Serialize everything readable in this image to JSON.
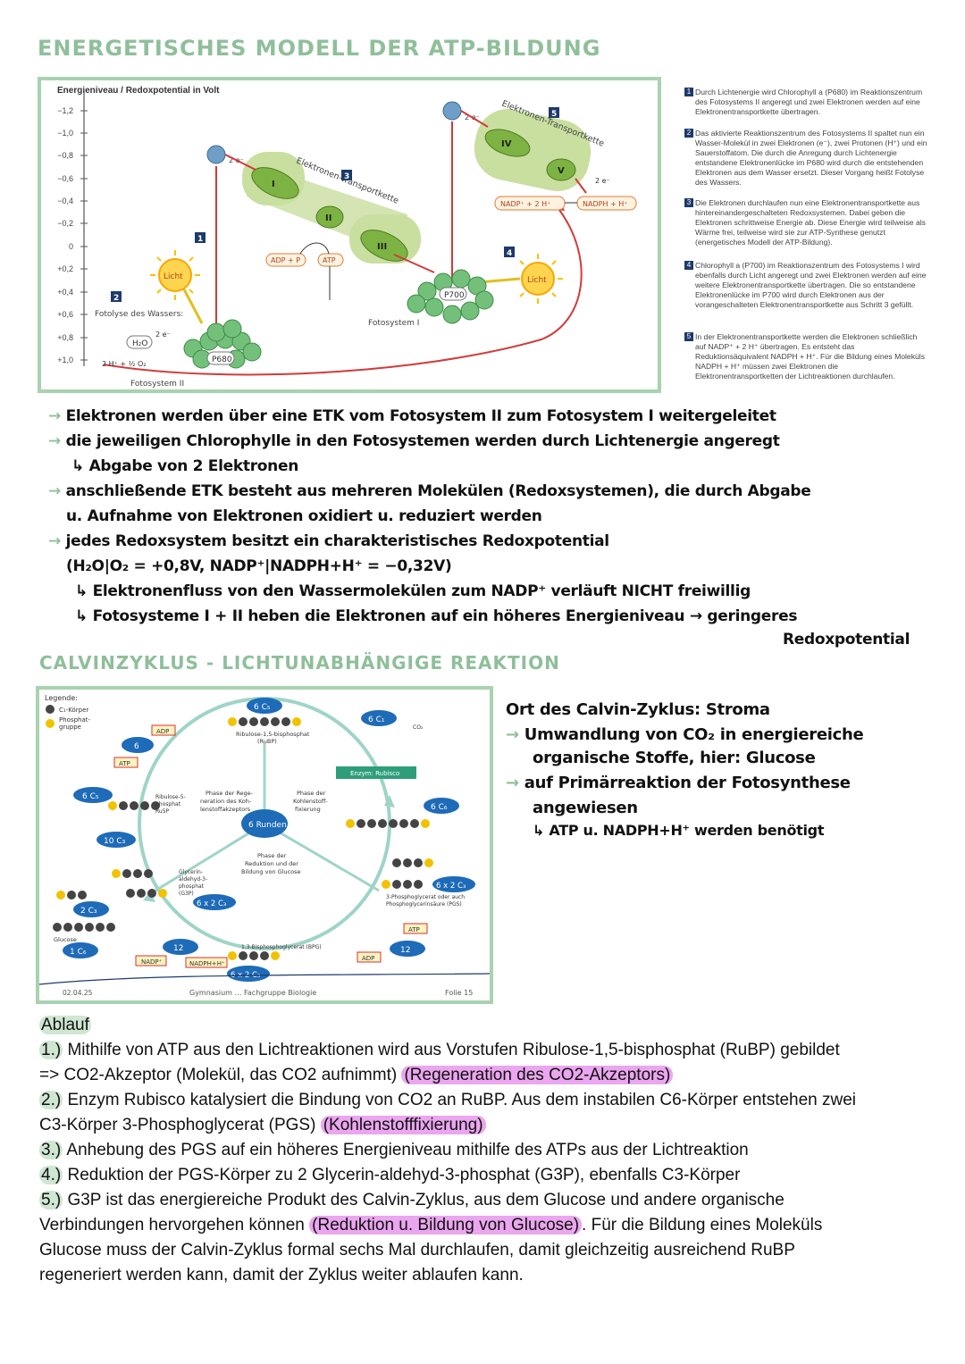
{
  "section1": {
    "title": "ENERGETISCHES MODELL DER ATP-BILDUNG",
    "diagram": {
      "axis_title": "Energieniveau / Redoxpotential in Volt",
      "ticks": [
        "−1,2",
        "−1,0",
        "−0,8",
        "−0,6",
        "−0,4",
        "−0,2",
        "0",
        "+0,2",
        "+0,4",
        "+0,6",
        "+0,8",
        "+1,0"
      ],
      "photolysis": "Fotolyse des Wassers:",
      "water": "H₂O",
      "water_products": "2 H⁺ + ½ O₂",
      "electron": "2 e⁻",
      "p680": "P680",
      "p700": "P700",
      "ps2": "Fotosystem II",
      "ps1": "Fotosystem I",
      "licht": "Licht",
      "etk": "Elektronen-Transportkette",
      "complexes": [
        "I",
        "II",
        "III",
        "IV",
        "V"
      ],
      "adp": "ADP + P",
      "atp": "ATP",
      "nadp": "NADP⁺ + 2 H⁺",
      "nadph": "NADPH + H⁺",
      "steps": [
        "1",
        "2",
        "3",
        "4",
        "5"
      ]
    },
    "sidebar": [
      {
        "num": "1",
        "text": "Durch Lichtenergie wird Chlorophyll a (P680) im Reaktionszentrum des Fotosystems II angeregt und zwei Elektronen werden auf eine Elektronentransportkette übertragen."
      },
      {
        "num": "2",
        "text": "Das aktivierte Reaktionszentrum des Fotosystems II spaltet nun ein Wasser-Molekül in zwei Elektronen (e⁻), zwei Protonen (H⁺) und ein Sauerstoffatom. Die durch die Anregung durch Lichtenergie entstandene Elektronenlücke im P680 wird durch die entstehenden Elektronen aus dem Wasser ersetzt. Dieser Vorgang heißt Fotolyse des Wassers."
      },
      {
        "num": "3",
        "text": "Die Elektronen durchlaufen nun eine Elektronentransportkette aus hintereinandergeschalteten Redoxsystemen. Dabei geben die Elektronen schrittweise Energie ab. Diese Energie wird teilweise als Wärme frei, teilweise wird sie zur ATP-Synthese genutzt (energetisches Modell der ATP-Bildung)."
      },
      {
        "num": "4",
        "text": "Chlorophyll a (P700) im Reaktionszentrum des Fotosystems I wird ebenfalls durch Licht angeregt und zwei Elektronen werden auf eine weitere Elektronentransportkette übertragen. Die so entstandene Elektronenlücke im P700 wird durch Elektronen aus der vorangeschalteten Elektronentransportkette aus Schritt 3 gefüllt."
      },
      {
        "num": "5",
        "text": "In der Elektronentransportkette werden die Elektronen schließlich auf NADP⁺ + 2 H⁺ übertragen. Es entsteht das Reduktionsäquivalent NADPH + H⁺. Für die Bildung eines Moleküls NADPH + H⁺ müssen zwei Elektronen die Elektronentransportketten der Lichtreaktionen durchlaufen."
      }
    ],
    "notes": [
      "Elektronen werden über eine ETK vom Fotosystem II zum Fotosystem I weitergeleitet",
      "die jeweiligen Chlorophylle in den Fotosystemen werden durch Lichtenergie angeregt",
      "Abgabe von 2 Elektronen",
      "anschließende ETK besteht aus mehreren Molekülen (Redoxsystemen), die durch Abgabe",
      "u. Aufnahme von Elektronen oxidiert u. reduziert werden",
      "jedes Redoxsystem besitzt ein charakteristisches Redoxpotential",
      "(H₂O|O₂ = +0,8V, NADP⁺|NADPH+H⁺ = −0,32V)",
      "Elektronenfluss von den Wassermolekülen zum NADP⁺ verläuft NICHT freiwillig",
      "Fotosysteme I + II heben die Elektronen auf ein höheres Energieniveau → geringeres",
      "Redoxpotential"
    ]
  },
  "section2": {
    "title": "CALVINZYKLUS - LICHTUNABHÄNGIGE REAKTION",
    "diagram": {
      "legend_title": "Legende:",
      "legend_c": "C₁-Körper",
      "legend_p": "Phosphat-\ngruppe",
      "c5_top": "6 C₅",
      "c1": "6 C₁",
      "co2": "CO₂",
      "rubp_label": "Ribulose-1,5-bisphosphat\n(RuBP)",
      "enzyme": "Enzym: Rubisco",
      "c6": "6 C₆",
      "adp": "ADP",
      "atp": "ATP",
      "six": "6",
      "c5_left": "6 C₅",
      "ru5p": "Ribulose-5-\nphosphat\nRu5P",
      "phase_regen": "Phase der Rege-\nneration des Koh-\nlenstoffakzeptors",
      "phase_fix": "Phase der\nKohlenstoff-\nfixierung",
      "runden": "6 Runden",
      "c3_10": "10 C₃",
      "phase_red": "Phase der\nReduktion und der\nBildung von Glucose",
      "g3p": "Glycerin-\naldehyd-3-\nphosphat\n(G3P)",
      "g3p_6x": "6 x 2 C₃",
      "c3_2": "2 C₃",
      "pgs_6x": "6 x 2 C₃",
      "pgs_label": "3-Phosphoglycerat oder auch\nPhosphoglycerinsäure (PGS)",
      "glucose": "Glucose",
      "c6_1": "1 C₆",
      "twelve_left": "12",
      "nadp": "NADP⁺",
      "nadph": "NADPH+H⁺",
      "bpg": "1,3-Bisphosphoglycerat (BPG)",
      "bottom_6x": "6 x 2 C₃",
      "adp_right": "ADP",
      "atp_right": "ATP",
      "twelve_right": "12",
      "footer_date": "02.04.25",
      "footer_center": "Gymnasium … Fachgruppe Biologie",
      "footer_slide": "Folie 15"
    },
    "notes": [
      "Ort des Calvin-Zyklus: Stroma",
      "Umwandlung von CO₂ in energiereiche",
      "organische Stoffe, hier: Glucose",
      "auf Primärreaktion der Fotosynthese",
      "angewiesen",
      "ATP u. NADPH+H⁺ werden benötigt"
    ]
  },
  "ablauf": {
    "title": "Ablauf",
    "step1_num": "1.)",
    "step1": " Mithilfe von ATP aus den Lichtreaktionen wird aus Vorstufen Ribulose-1,5-bisphosphat (RuBP) gebildet",
    "step1b": "=> CO2-Akzeptor (Molekül, das CO2 aufnimmt) ",
    "step1_hl": "(Regeneration des CO2-Akzeptors)",
    "step2_num": "2.)",
    "step2a": " Enzym Rubisco katalysiert die Bindung von CO2 an RuBP. Aus dem instabilen C6-Körper entstehen zwei",
    "step2b": "C3-Körper 3-Phosphoglycerat (PGS) ",
    "step2_hl": "(Kohlenstofffixierung)",
    "step3_num": "3.)",
    "step3": " Anhebung des PGS auf ein höheres Energieniveau mithilfe des ATPs aus der Lichtreaktion",
    "step4_num": "4.)",
    "step4": " Reduktion der PGS-Körper zu 2 Glycerin-aldehyd-3-phosphat (G3P), ebenfalls C3-Körper",
    "step5_num": "5.)",
    "step5a": " G3P ist das energiereiche Produkt des Calvin-Zyklus, aus dem Glucose und andere organische",
    "step5b": "Verbindungen hervorgehen können ",
    "step5_hl": "(Reduktion u. Bildung von Glucose)",
    "step5c": ". Für die Bildung eines Moleküls",
    "step5d": "Glucose muss der Calvin-Zyklus formal sechs Mal durchlaufen, damit gleichzeitig ausreichend RuBP",
    "step5e": "regeneriert werden kann, damit der Zyklus weiter ablaufen kann."
  },
  "colors": {
    "accent_green": "#8fbf9a",
    "highlight_pink": "#eaa6ee",
    "highlight_green": "#cfe6d3",
    "navy": "#1e3a6b"
  }
}
